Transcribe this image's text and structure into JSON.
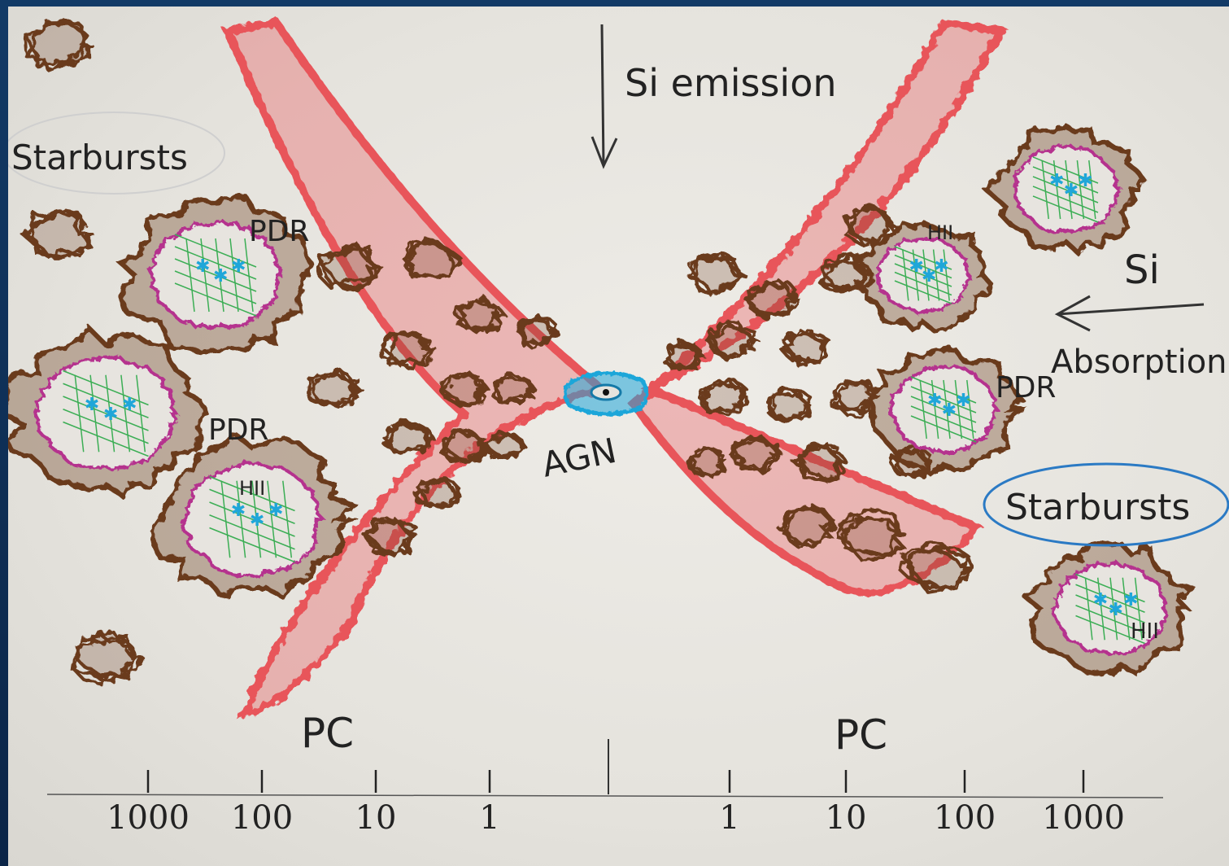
{
  "labels": {
    "si_emission": "Si emission",
    "si": "Si",
    "absorption": "Absorption",
    "starbursts_left": "Starbursts",
    "starbursts_right": "Starbursts",
    "pdr_top_left": "PDR",
    "pdr_mid_left": "PDR",
    "pdr_right": "PDR",
    "agn": "AGN",
    "hii_left": "HII",
    "hii_right": "HII",
    "hii_upper_right": "HII",
    "pc_left": "PC",
    "pc_right": "PC"
  },
  "scale": {
    "left_ticks": [
      "1000",
      "100",
      "10",
      "1"
    ],
    "right_ticks": [
      "1",
      "10",
      "100",
      "1000"
    ]
  },
  "colors": {
    "outflow": "#e8555a",
    "clumps": "#6b3a1f",
    "pdr": "#b5308e",
    "hii": "#3cae55",
    "agn": "#1fa6d9",
    "ink": "#222222"
  }
}
